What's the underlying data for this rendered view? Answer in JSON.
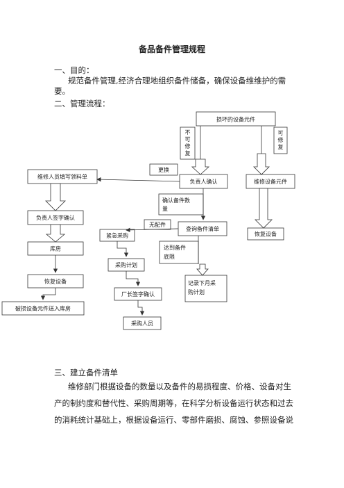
{
  "doc": {
    "title": "备品备件管理规程",
    "sec1_heading": "一、目的：",
    "sec1_body_line1": "规范备件管理,经济合理地组织备件储备，确保设备维维护的需",
    "sec1_body_line2": "要。",
    "sec2_heading": "二、管理流程：",
    "sec3_heading": "三、建立备件清单",
    "sec3_line1": "维修部门根据设备的数量以及备件的易损程度、价格、设备对生",
    "sec3_line2": "产的制约度和替代性、采购周期等，在科学分析设备运行状态和过去",
    "sec3_line3": "的消耗统计基础上，根据设备运行、零部件磨损、腐蚀、参照设备说"
  },
  "flow": {
    "damaged": "损坏的设备元件",
    "not_repairable": [
      "不",
      "可",
      "修",
      "复"
    ],
    "repairable": [
      "可",
      "修",
      "复"
    ],
    "replace": "更换",
    "apply_form": "维修人员填写领料单",
    "person_confirm": "负责人确认",
    "repair_parts": "维修设备元件",
    "confirm_qty": [
      "确认备件数",
      "量"
    ],
    "no_parts": "无配件",
    "person_sign": "负责人签字确认",
    "urgent_purchase": "紧急采购",
    "check_list": "查询备件清单",
    "restore_right": "恢复设备",
    "warehouse": "库房",
    "reach_lower": [
      "达到备件",
      "底限"
    ],
    "purchase_plan": "采购计划",
    "restore_left": "恢复设备",
    "record_next": [
      "记录下月采",
      "购计划"
    ],
    "factory_sign": "厂长签字确认",
    "broken_to_store": "破损设备元件送入库房",
    "purchaser": "采购人员"
  }
}
